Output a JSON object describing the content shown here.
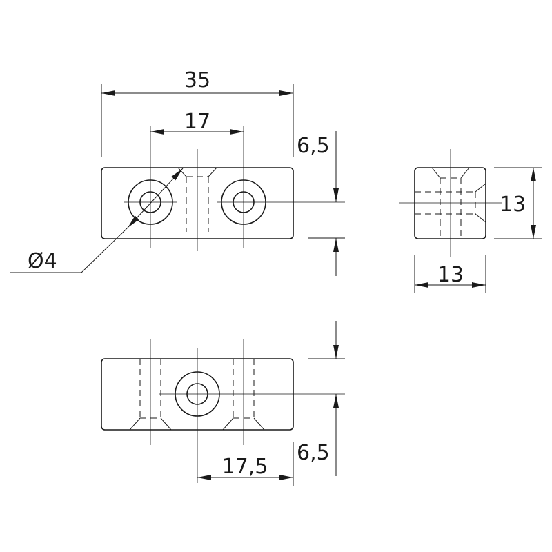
{
  "dimensions": {
    "top_width": "35",
    "hole_spacing": "17",
    "top_offset": "6,5",
    "hole_diameter": "Ø4",
    "side_height": "13",
    "side_width": "13",
    "bottom_offset": "17,5",
    "bottom_height_offset": "6,5"
  },
  "colors": {
    "line": "#1a1a1a",
    "background": "#ffffff"
  }
}
